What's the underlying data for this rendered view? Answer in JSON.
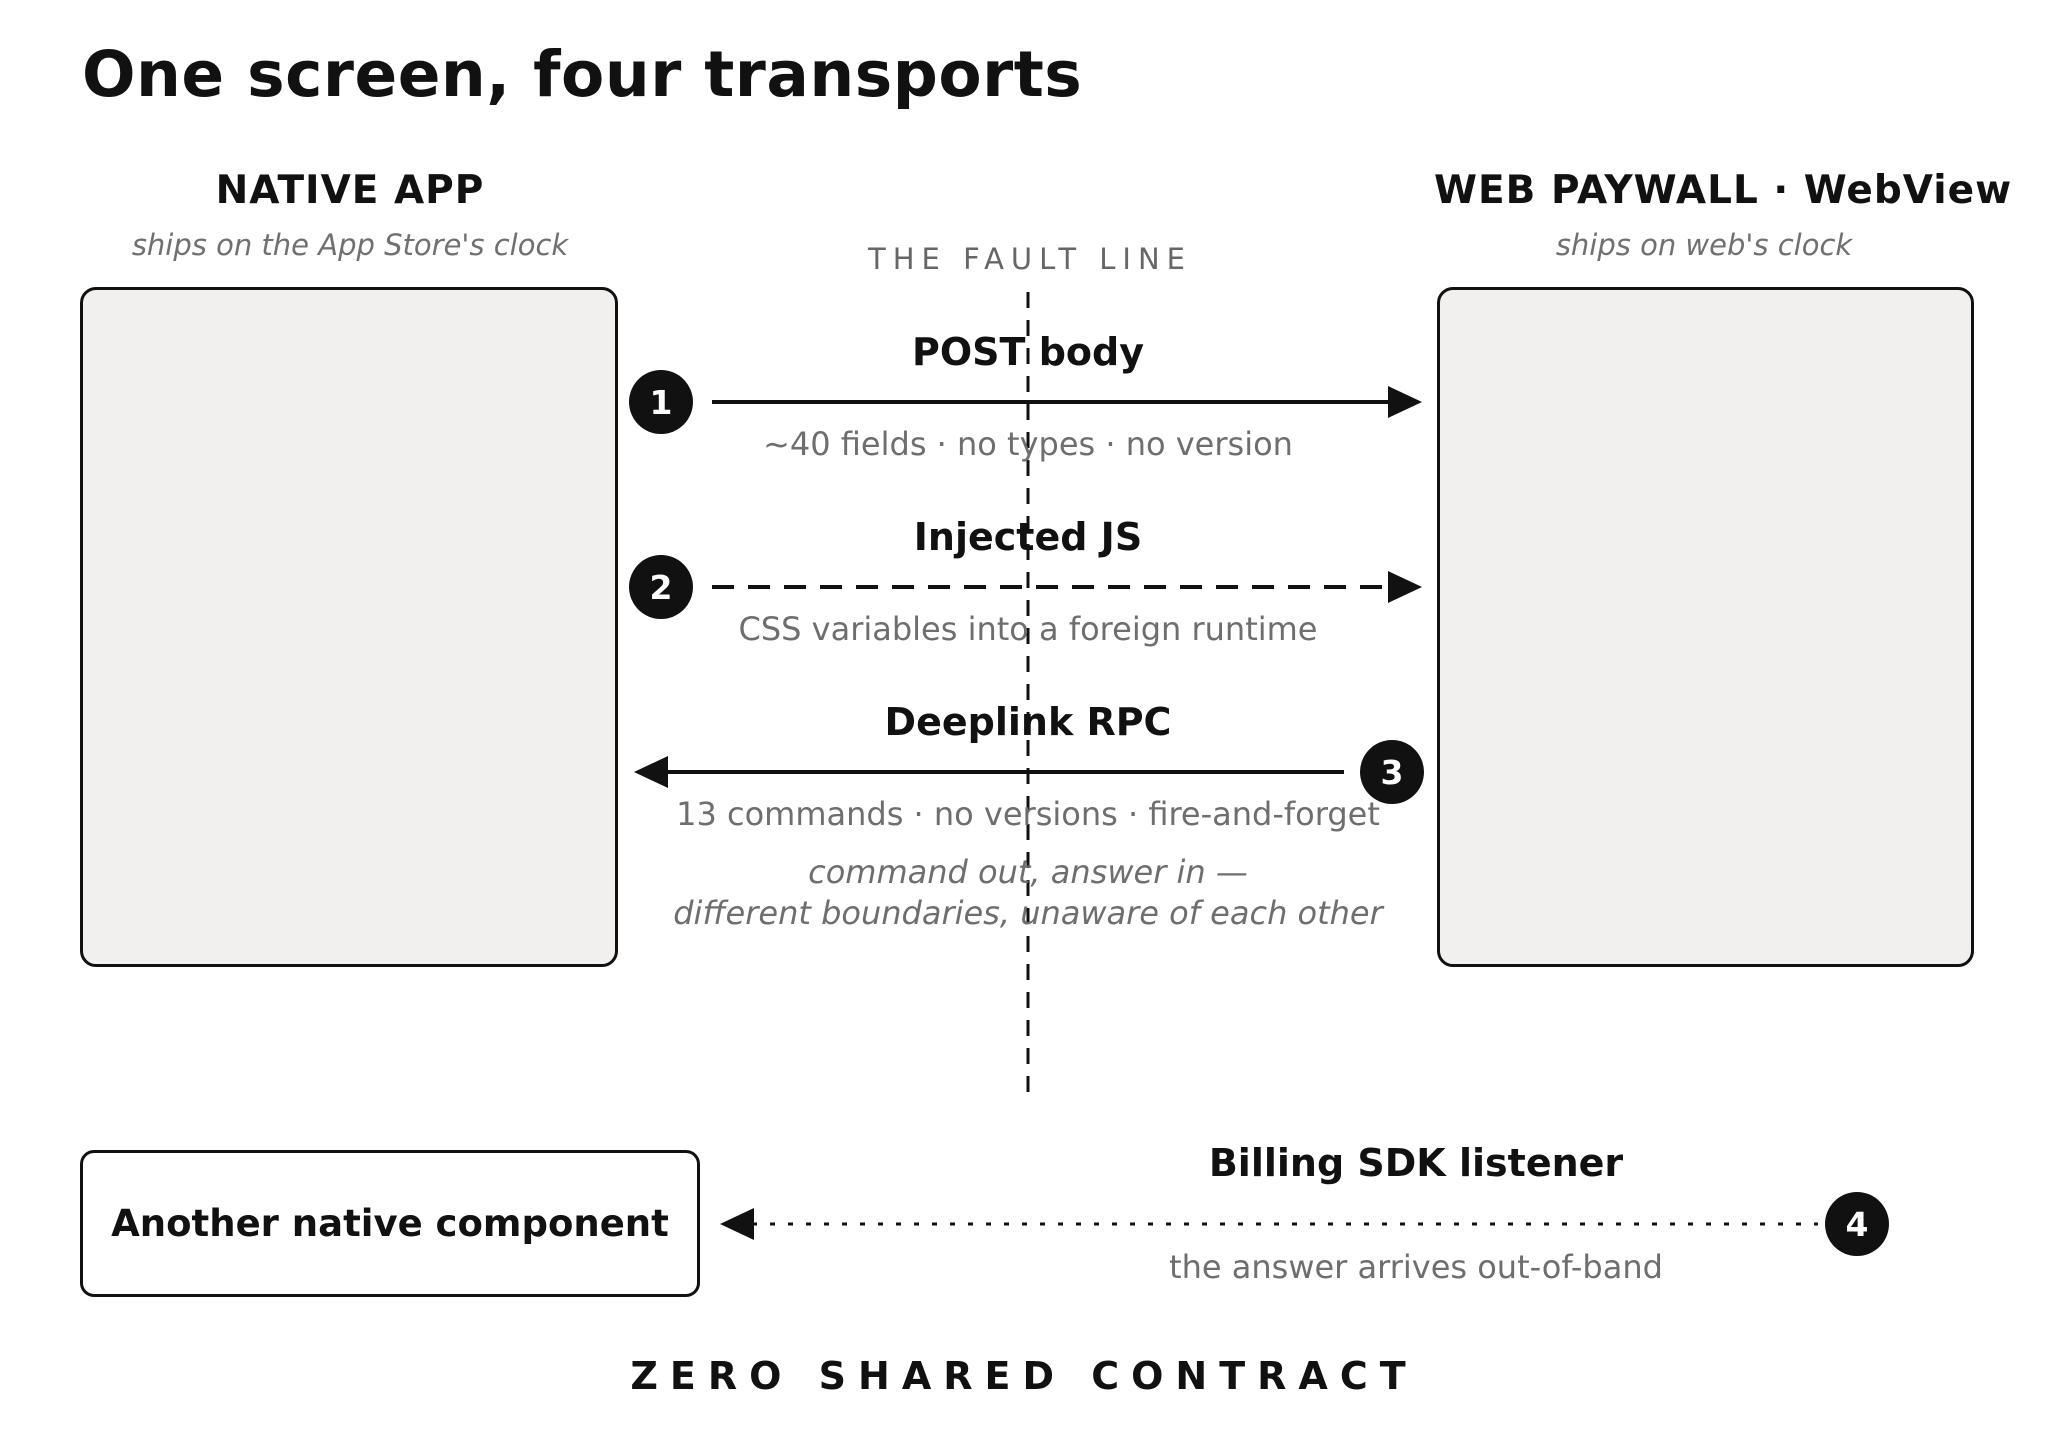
{
  "title": "One screen, four transports",
  "native_app": {
    "heading": "NATIVE APP",
    "subheading": "ships on the App Store's clock"
  },
  "web_paywall": {
    "heading": "WEB PAYWALL · WebView",
    "subheading": "ships on web's clock"
  },
  "fault_line": {
    "label": "THE FAULT LINE"
  },
  "transports": [
    {
      "number": "1",
      "label": "POST body",
      "note": "~40 fields · no types · no version",
      "direction": "native-to-web",
      "style": "solid"
    },
    {
      "number": "2",
      "label": "Injected JS",
      "note": "CSS variables into a foreign runtime",
      "direction": "native-to-web",
      "style": "dashed"
    },
    {
      "number": "3",
      "label": "Deeplink RPC",
      "note": "13 commands · no versions · fire-and-forget",
      "direction": "web-to-native",
      "style": "solid"
    },
    {
      "number": "4",
      "label": "Billing SDK listener",
      "note": "the answer arrives out-of-band",
      "direction": "to-other-component",
      "style": "dotted"
    }
  ],
  "boundary_note": {
    "line1": "command out, answer in —",
    "line2": "different boundaries, unaware of each other"
  },
  "other_component": {
    "label": "Another native component"
  },
  "footer": "ZERO SHARED CONTRACT",
  "colors": {
    "ink": "#111111",
    "panel_fill": "#f1f0ee",
    "muted_text": "#6e6e6e"
  }
}
